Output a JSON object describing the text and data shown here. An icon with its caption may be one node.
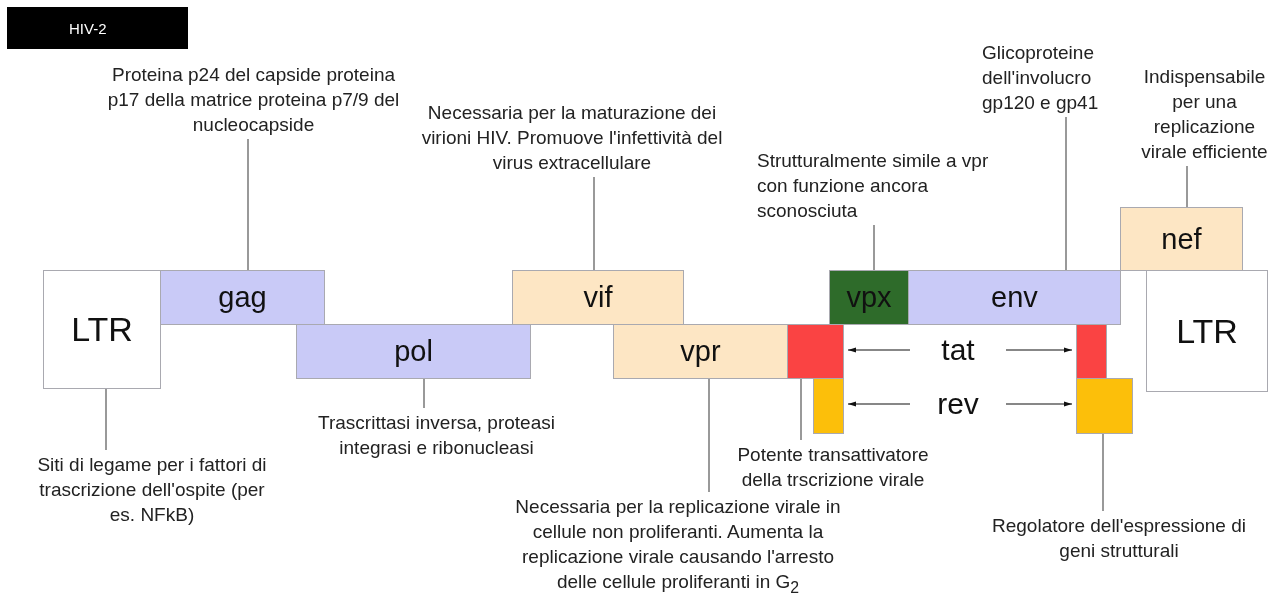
{
  "diagram": {
    "title": "HIV-2",
    "nodes": [
      {
        "text": [
          "Proteina p24 del capside proteina p17 della matrice proteina p7/9 del nucleocapside"
        ]
      },
      {
        "text": [
          "Necessaria per la maturazione dei virioni HIV. Promuove l'infettività del virus extracellulare"
        ]
      },
      {
        "text": [
          "Strutturalmente simile a vpr con funzione ancora sconosciuta"
        ]
      },
      {
        "text": [
          "Glicoproteine dell'involucro gp120 e gp41"
        ]
      },
      {
        "text": [
          "Indispensabile per una replicazione virale efficiente"
        ]
      },
      {
        "text": [
          "nef"
        ]
      },
      {
        "text": [
          "LTR"
        ]
      },
      {
        "text": [
          "gag"
        ]
      },
      {
        "text": [
          "vif"
        ]
      },
      {
        "text": [
          "vpx"
        ]
      },
      {
        "text": [
          "env"
        ]
      },
      {
        "text": [
          "LTR"
        ]
      },
      {
        "text": [
          "pol"
        ]
      },
      {
        "text": [
          "vpr"
        ]
      },
      {
        "text": [],
        "shape": "box"
      },
      {
        "text": [
          "tat"
        ]
      },
      {
        "text": [],
        "shape": "box"
      },
      {
        "text": [],
        "shape": "box"
      },
      {
        "text": [
          "rev"
        ]
      },
      {
        "text": [],
        "shape": "box"
      },
      {
        "text": [
          "Trascrittasi inversa, proteasi integrasi e ribonucleasi"
        ]
      },
      {
        "text": [
          "Siti di legame per i fattori di trascrizione dell'ospite (per es. NFkB)"
        ]
      },
      {
        "text": [
          "Potente transattivatore della trscrizione virale"
        ]
      },
      {
        "text": [
          "Necessaria per la replicazione virale in cellule non proliferanti. Aumenta la replicazione virale causando l'arresto delle cellule proliferanti in G$_{2}$"
        ]
      },
      {
        "text": [
          "Regolatore dell'espressione di geni strutturali"
        ]
      }
    ],
    "edges": [
      {
        "from": 0,
        "to": 7,
        "arrow": "none"
      },
      {
        "from": 1,
        "to": 8,
        "arrow": "none"
      },
      {
        "from": 2,
        "to": 9,
        "arrow": "none"
      },
      {
        "from": 3,
        "to": 10,
        "arrow": "none"
      },
      {
        "from": 4,
        "to": 5,
        "arrow": "none"
      },
      {
        "from": 15,
        "to": 14,
        "arrow": "to"
      },
      {
        "from": 15,
        "to": 16,
        "arrow": "to"
      },
      {
        "from": 18,
        "to": 17,
        "arrow": "to"
      },
      {
        "from": 18,
        "to": 19,
        "arrow": "to"
      },
      {
        "from": 20,
        "to": 12,
        "arrow": "none"
      },
      {
        "from": 21,
        "to": 6,
        "arrow": "none"
      },
      {
        "from": 22,
        "to": 14,
        "arrow": "none"
      },
      {
        "from": 23,
        "to": 13,
        "arrow": "none"
      },
      {
        "from": 24,
        "to": 19,
        "arrow": "none"
      }
    ]
  }
}
